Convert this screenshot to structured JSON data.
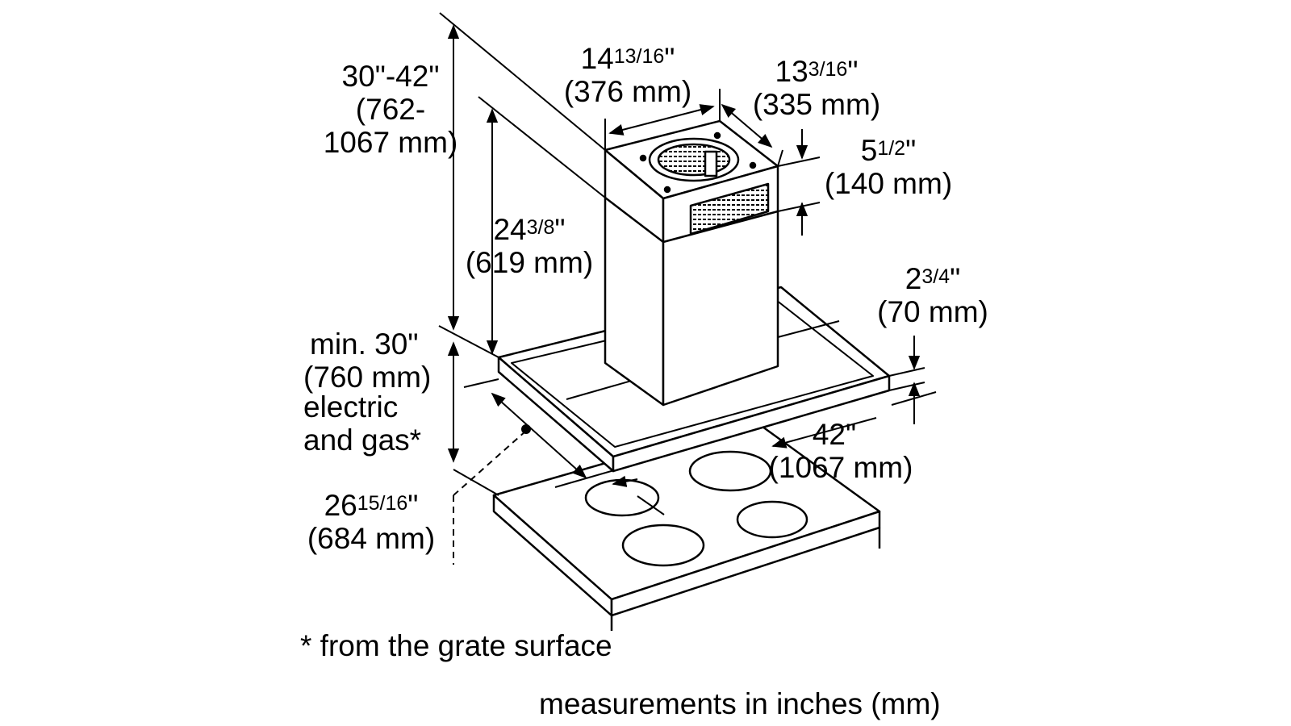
{
  "dimensions": {
    "chimney_width": {
      "whole": "14",
      "fraction": "13/16",
      "unit": "\"",
      "metric": "(376 mm)"
    },
    "chimney_depth": {
      "whole": "13",
      "fraction": "3/16",
      "unit": "\"",
      "metric": "(335 mm)"
    },
    "vent_height": {
      "whole": "5",
      "fraction": "1/2",
      "unit": "\"",
      "metric": "(140 mm)"
    },
    "overall_height": {
      "line1": "30\"-42\"",
      "line2": "(762-",
      "line3": "1067 mm)"
    },
    "chimney_height": {
      "whole": "24",
      "fraction": "3/8",
      "unit": "\"",
      "metric": "(619 mm)"
    },
    "canopy_thickness": {
      "whole": "2",
      "fraction": "3/4",
      "unit": "\"",
      "metric": "(70 mm)"
    },
    "mounting_height": {
      "line1": "min. 30\"",
      "line2": "(760 mm)",
      "line3": "electric",
      "line4": "and gas*"
    },
    "canopy_width": {
      "line1": "42\"",
      "line2": "(1067 mm)"
    },
    "canopy_depth": {
      "whole": "26",
      "fraction": "15/16",
      "unit": "\"",
      "metric": "(684 mm)"
    }
  },
  "footnote": "* from the grate surface",
  "units_note": "measurements in inches (mm)"
}
